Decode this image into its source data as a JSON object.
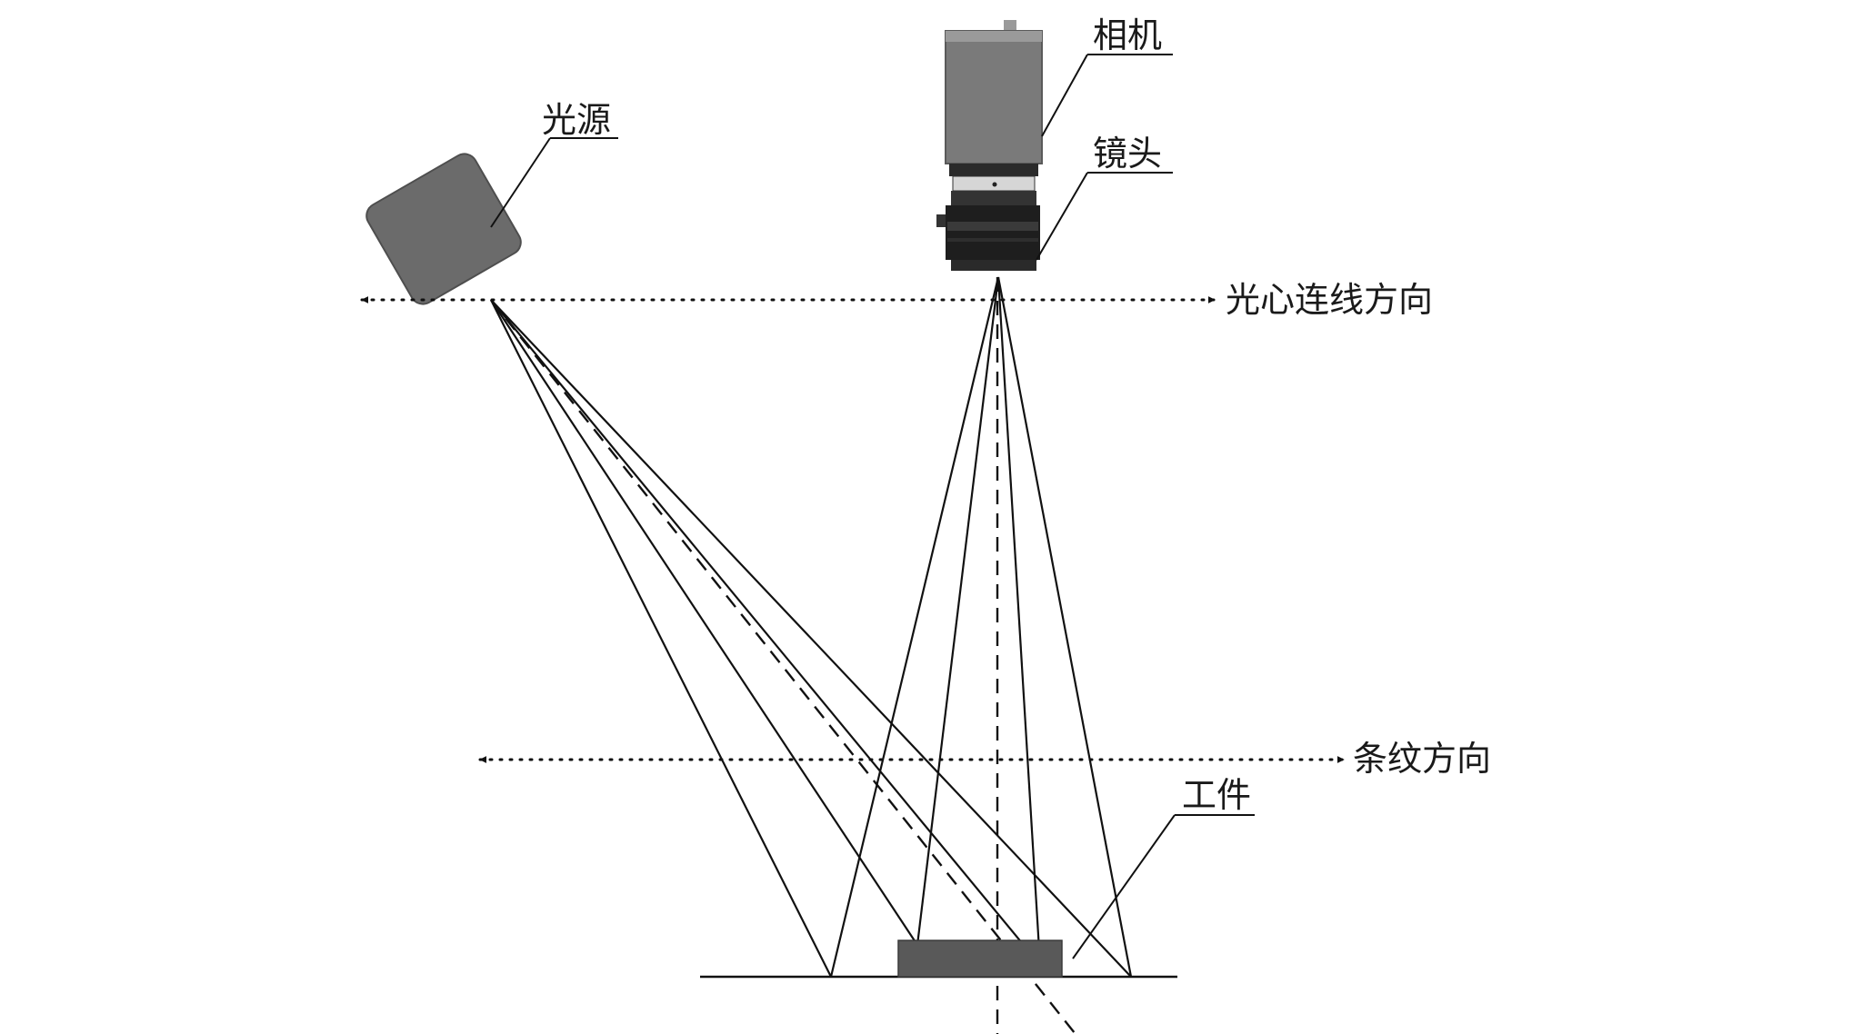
{
  "labels": {
    "light_source": "光源",
    "camera": "相机",
    "lens": "镜头",
    "optical_center_direction": "光心连线方向",
    "fringe_direction": "条纹方向",
    "workpiece": "工件"
  },
  "colors": {
    "line": "#111111",
    "device_gray": "#6b6b6b",
    "lens_dark": "#1e1e1e",
    "workpiece_gray": "#595959"
  }
}
